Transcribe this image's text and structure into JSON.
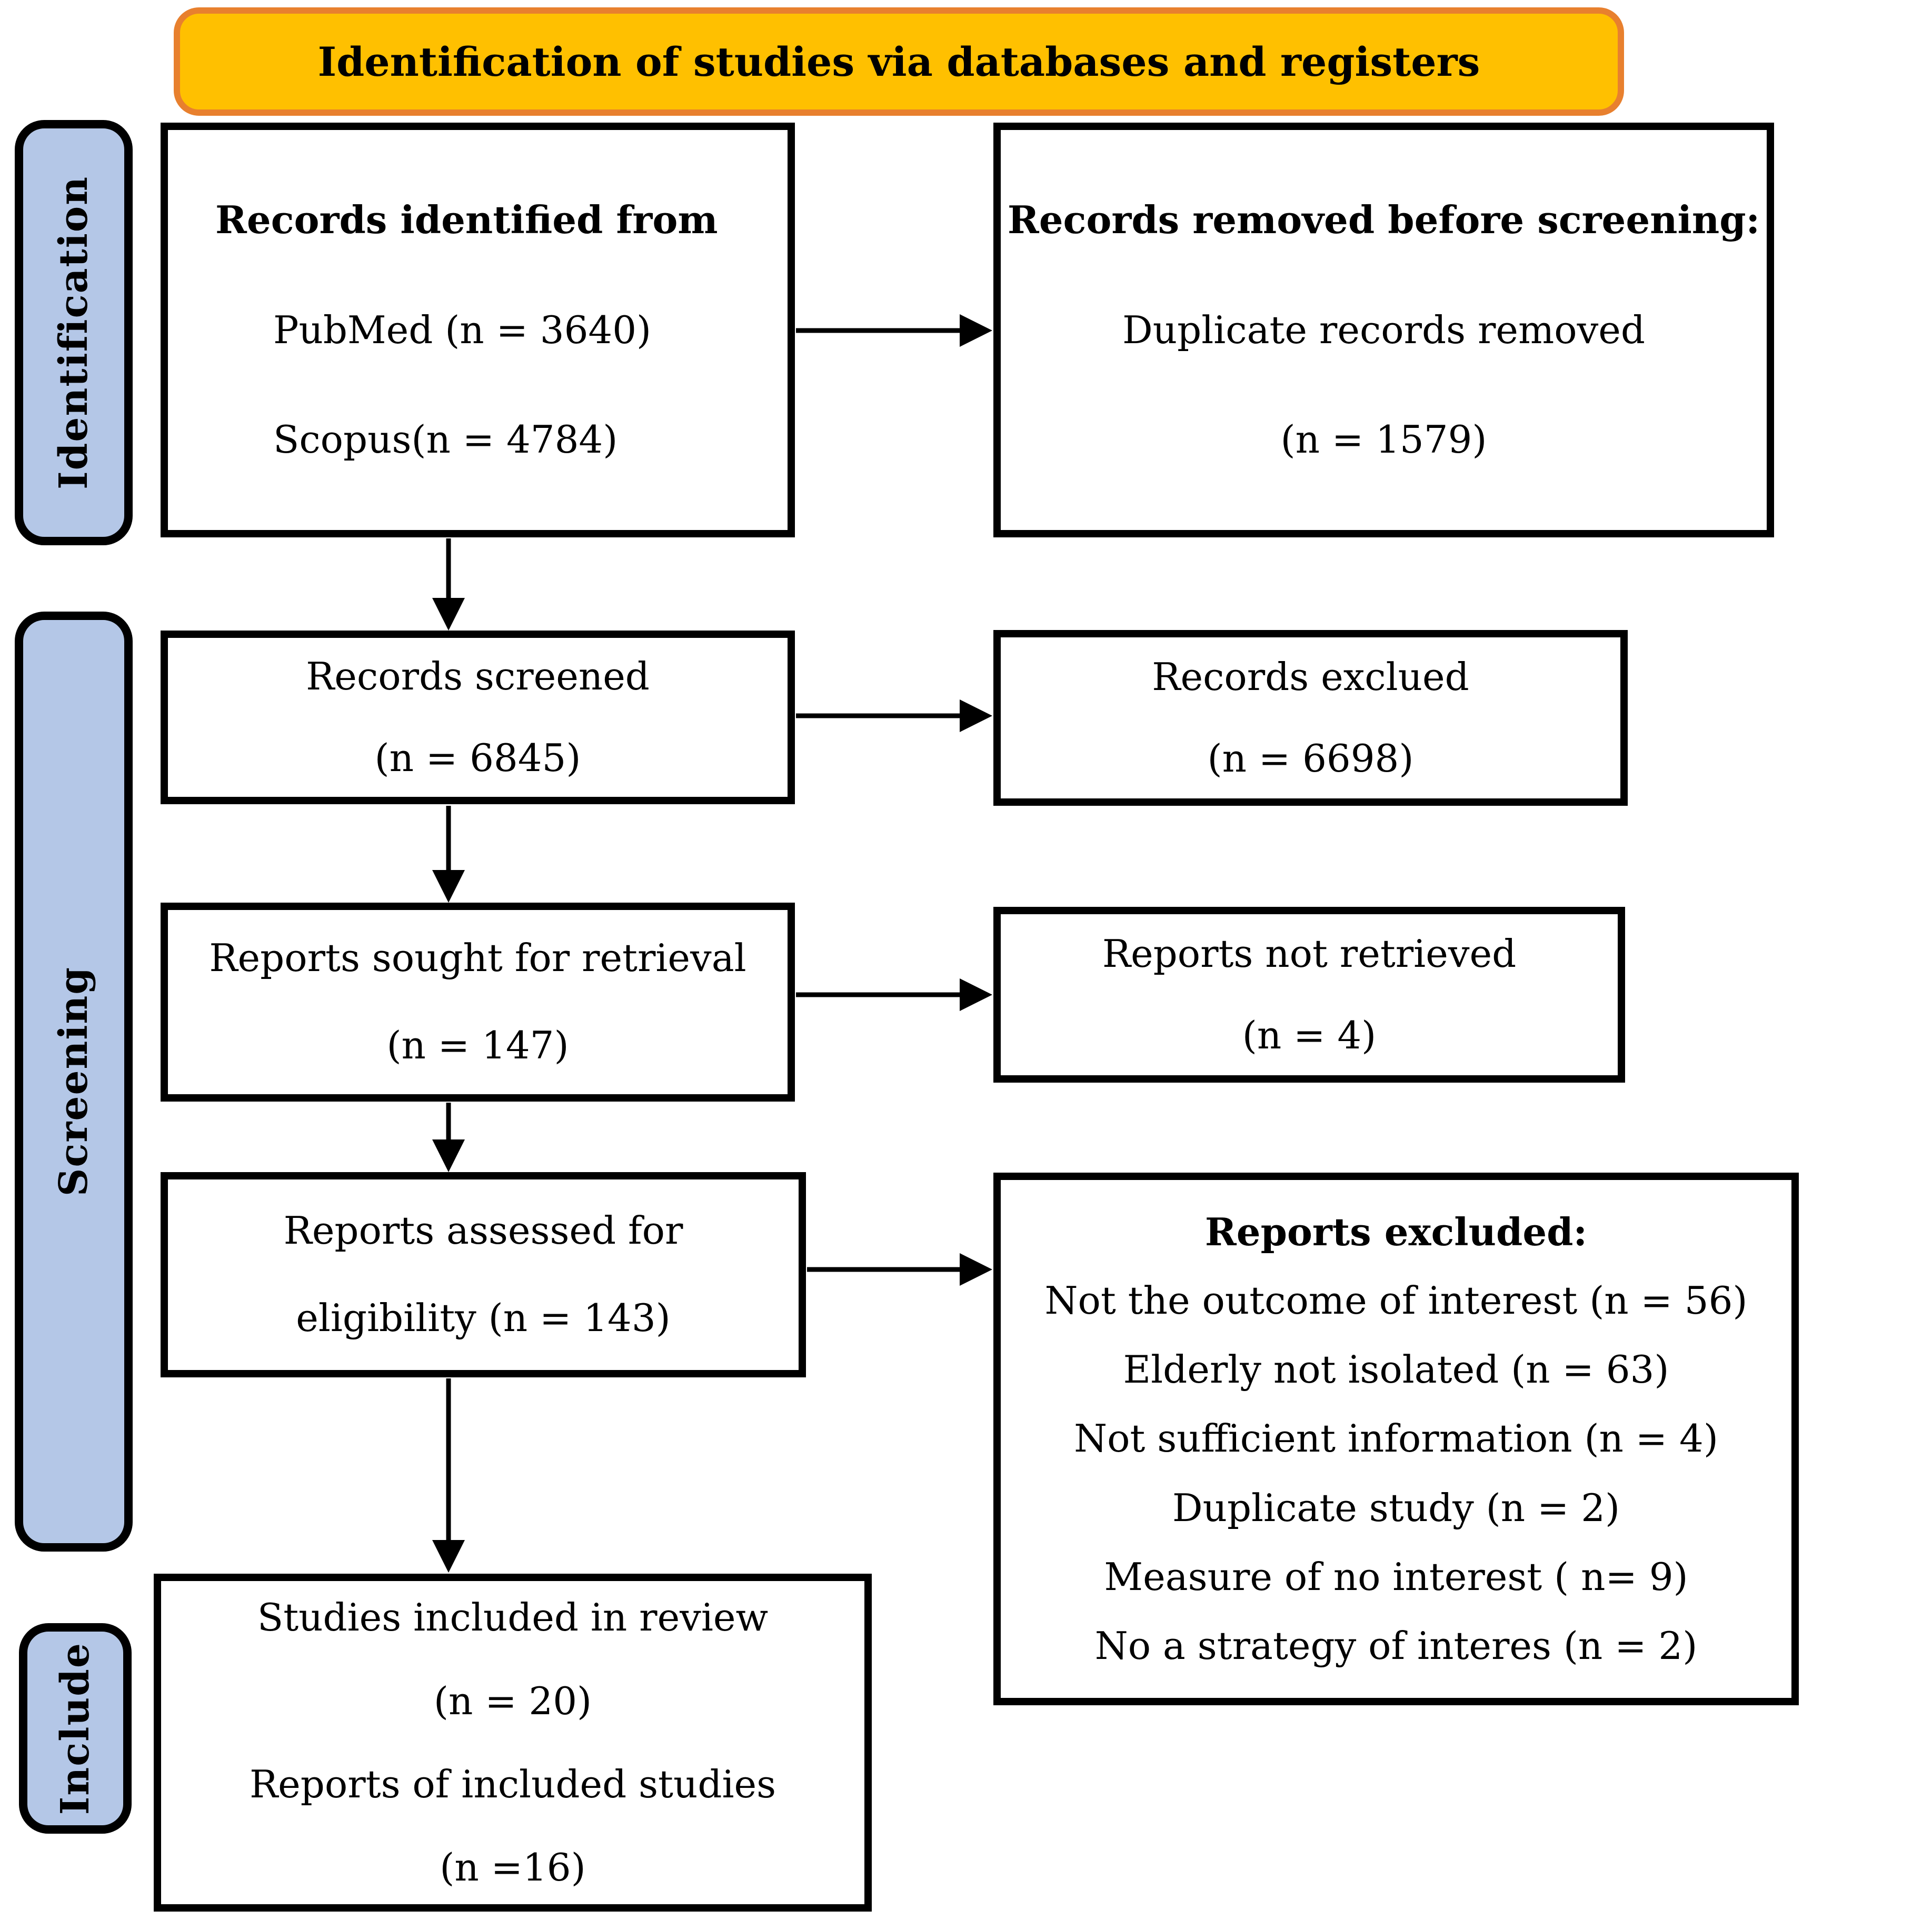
{
  "header": {
    "title": "Identification of studies via databases and registers"
  },
  "stages": {
    "identification": "Identification",
    "screening": "Screening",
    "include": "Include"
  },
  "boxes": {
    "records_identified": {
      "heading": "Records identified from",
      "lines": [
        "PubMed (n = 3640)",
        "Scopus(n = 4784)"
      ]
    },
    "records_removed": {
      "heading": "Records removed before screening:",
      "lines": [
        "Duplicate records removed",
        "(n = 1579)"
      ]
    },
    "records_screened": {
      "lines": [
        "Records screened",
        "(n = 6845)"
      ]
    },
    "records_excluded": {
      "lines": [
        "Records exclued",
        "(n = 6698)"
      ]
    },
    "reports_sought": {
      "lines": [
        "Reports sought for retrieval",
        "(n = 147)"
      ]
    },
    "reports_not_retrieved": {
      "lines": [
        "Reports not retrieved",
        "(n = 4)"
      ]
    },
    "reports_assessed": {
      "lines": [
        "Reports assessed for",
        "eligibility (n = 143)"
      ]
    },
    "reports_excluded": {
      "heading": "Reports excluded:",
      "lines": [
        "Not the outcome of interest (n = 56)",
        "Elderly not isolated (n = 63)",
        "Not sufficient information (n = 4)",
        "Duplicate study (n = 2)",
        "Measure of no interest ( n= 9)",
        "No a strategy of interes (n = 2)"
      ]
    },
    "studies_included": {
      "lines": [
        "Studies included in review",
        "(n = 20)",
        "Reports of included studies",
        "(n =16)"
      ]
    }
  },
  "colors": {
    "banner_fill": "#FFC000",
    "banner_border": "#E8802E",
    "stage_fill": "#B4C7E7",
    "box_border": "#000000"
  }
}
